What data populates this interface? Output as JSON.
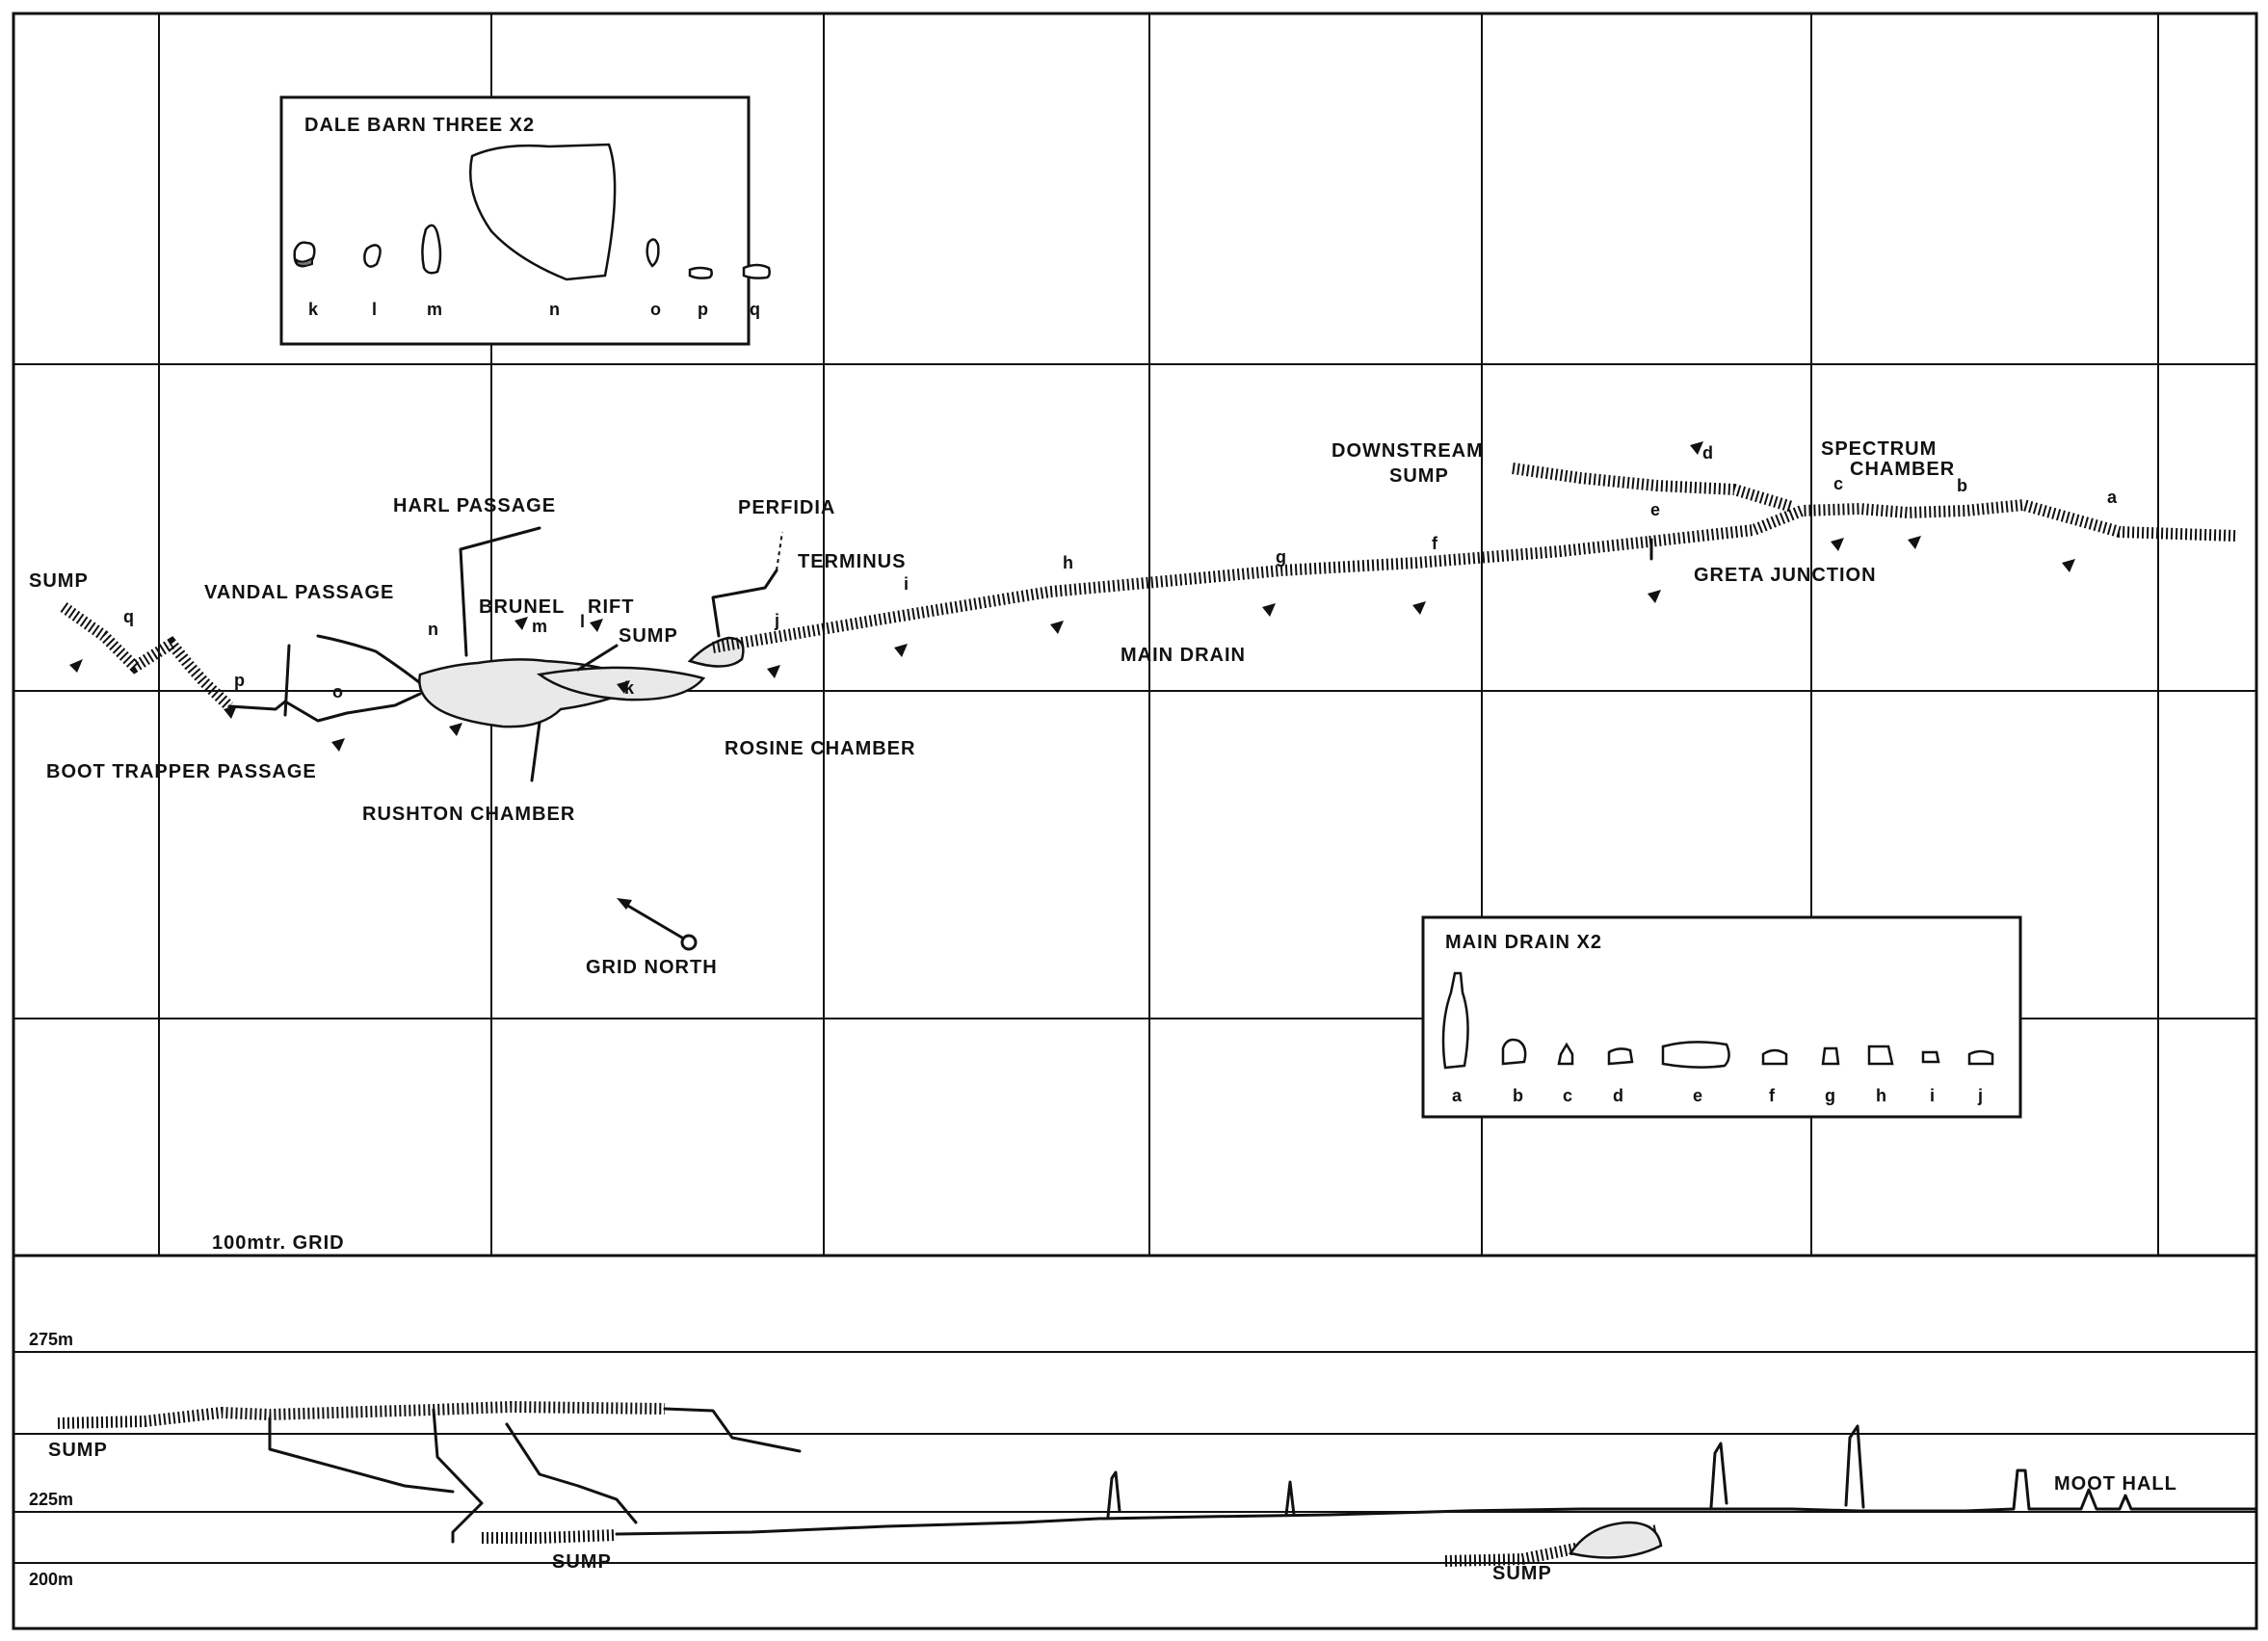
{
  "plan_labels": {
    "sump_west": "SUMP",
    "vandal_passage": "VANDAL PASSAGE",
    "harl_passage": "HARL PASSAGE",
    "perfidia": "PERFIDIA",
    "terminus": "TERMINUS",
    "brunel": "BRUNEL",
    "rift": "RIFT",
    "sump_rift": "SUMP",
    "boot_trapper_passage": "BOOT TRAPPER PASSAGE",
    "rushton_chamber": "RUSHTON CHAMBER",
    "rosine_chamber": "ROSINE CHAMBER",
    "main_drain": "MAIN DRAIN",
    "downstream_sump": "DOWNSTREAM\nSUMP",
    "downstream": "DOWNSTREAM",
    "sump_downstream": "SUMP",
    "spectrum": "SPECTRUM",
    "chamber": "CHAMBER",
    "greta_junction": "GRETA JUNCTION",
    "grid_north": "GRID NORTH",
    "grid_scale": "100mtr. GRID"
  },
  "section_letters": {
    "a": "a",
    "b": "b",
    "c": "c",
    "d": "d",
    "e": "e",
    "f": "f",
    "g": "g",
    "h": "h",
    "i": "i",
    "j": "j",
    "k": "k",
    "l": "l",
    "m": "m",
    "n": "n",
    "o": "o",
    "p": "p",
    "q": "q"
  },
  "inset_dale_barn": {
    "title": "DALE BARN THREE X2",
    "letters": [
      "k",
      "l",
      "m",
      "n",
      "o",
      "p",
      "q"
    ]
  },
  "inset_main_drain": {
    "title": "MAIN DRAIN  X2",
    "letters": [
      "a",
      "b",
      "c",
      "d",
      "e",
      "f",
      "g",
      "h",
      "i",
      "j"
    ]
  },
  "elevation": {
    "levels": [
      "275m",
      "225m",
      "200m"
    ],
    "sump_west": "SUMP",
    "sump_mid": "SUMP",
    "sump_east": "SUMP",
    "moot_hall": "MOOT HALL"
  },
  "colors": {
    "ink": "#111111",
    "paper": "#ffffff",
    "fill": "#e9e9e9"
  }
}
